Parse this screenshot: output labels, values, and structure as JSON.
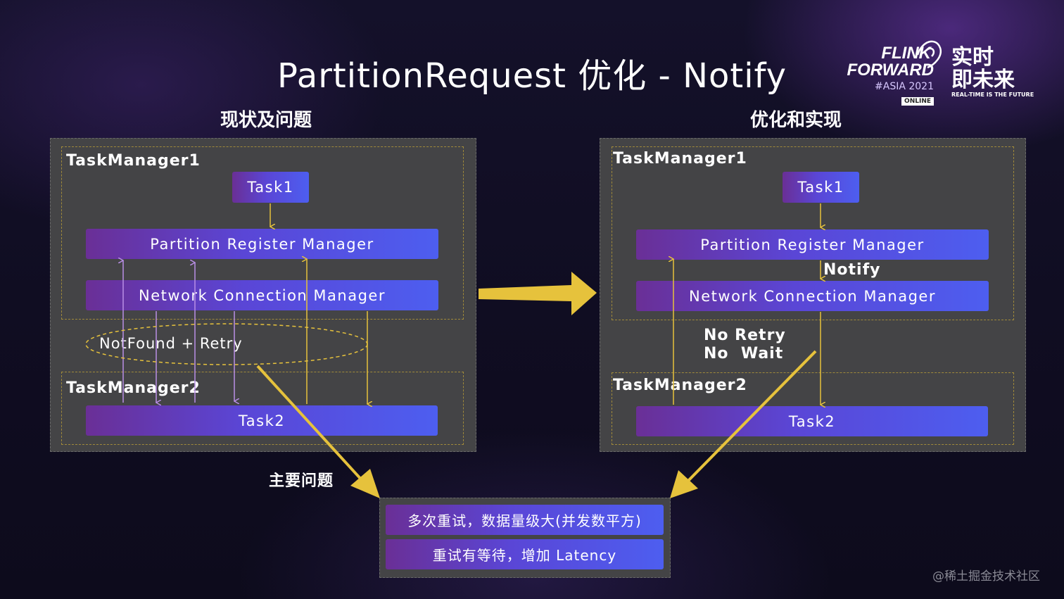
{
  "title": "PartitionRequest 优化 - Notify",
  "logo": {
    "flink": "FLINK",
    "forward": "FORWARD",
    "asia": "#ASIA 2021",
    "online": "ONLINE",
    "cn_line1": "实时",
    "cn_line2": "即未来",
    "tagline": "REAL-TIME IS THE FUTURE"
  },
  "left": {
    "heading": "现状及问题",
    "tm1": "TaskManager1",
    "task1": "Task1",
    "prm": "Partition Register Manager",
    "ncm": "Network Connection Manager",
    "retry": "NotFound + Retry",
    "tm2": "TaskManager2",
    "task2": "Task2"
  },
  "right": {
    "heading": "优化和实现",
    "tm1": "TaskManager1",
    "task1": "Task1",
    "prm": "Partition Register Manager",
    "notify": "Notify",
    "ncm": "Network Connection Manager",
    "no_retry": "No Retry",
    "no_wait": "No  Wait",
    "tm2": "TaskManager2",
    "task2": "Task2"
  },
  "problems": {
    "label": "主要问题",
    "item1": "多次重试，数据量级大(并发数平方)",
    "item2": "重试有等待，增加 Latency"
  },
  "watermark": "@稀土掘金技术社区",
  "colors": {
    "bar_start": "#6a2f96",
    "bar_end": "#4d5ef0",
    "arrow_yellow": "#e6c23c",
    "arrow_purple": "#b98ee6",
    "panel": "#444446"
  }
}
